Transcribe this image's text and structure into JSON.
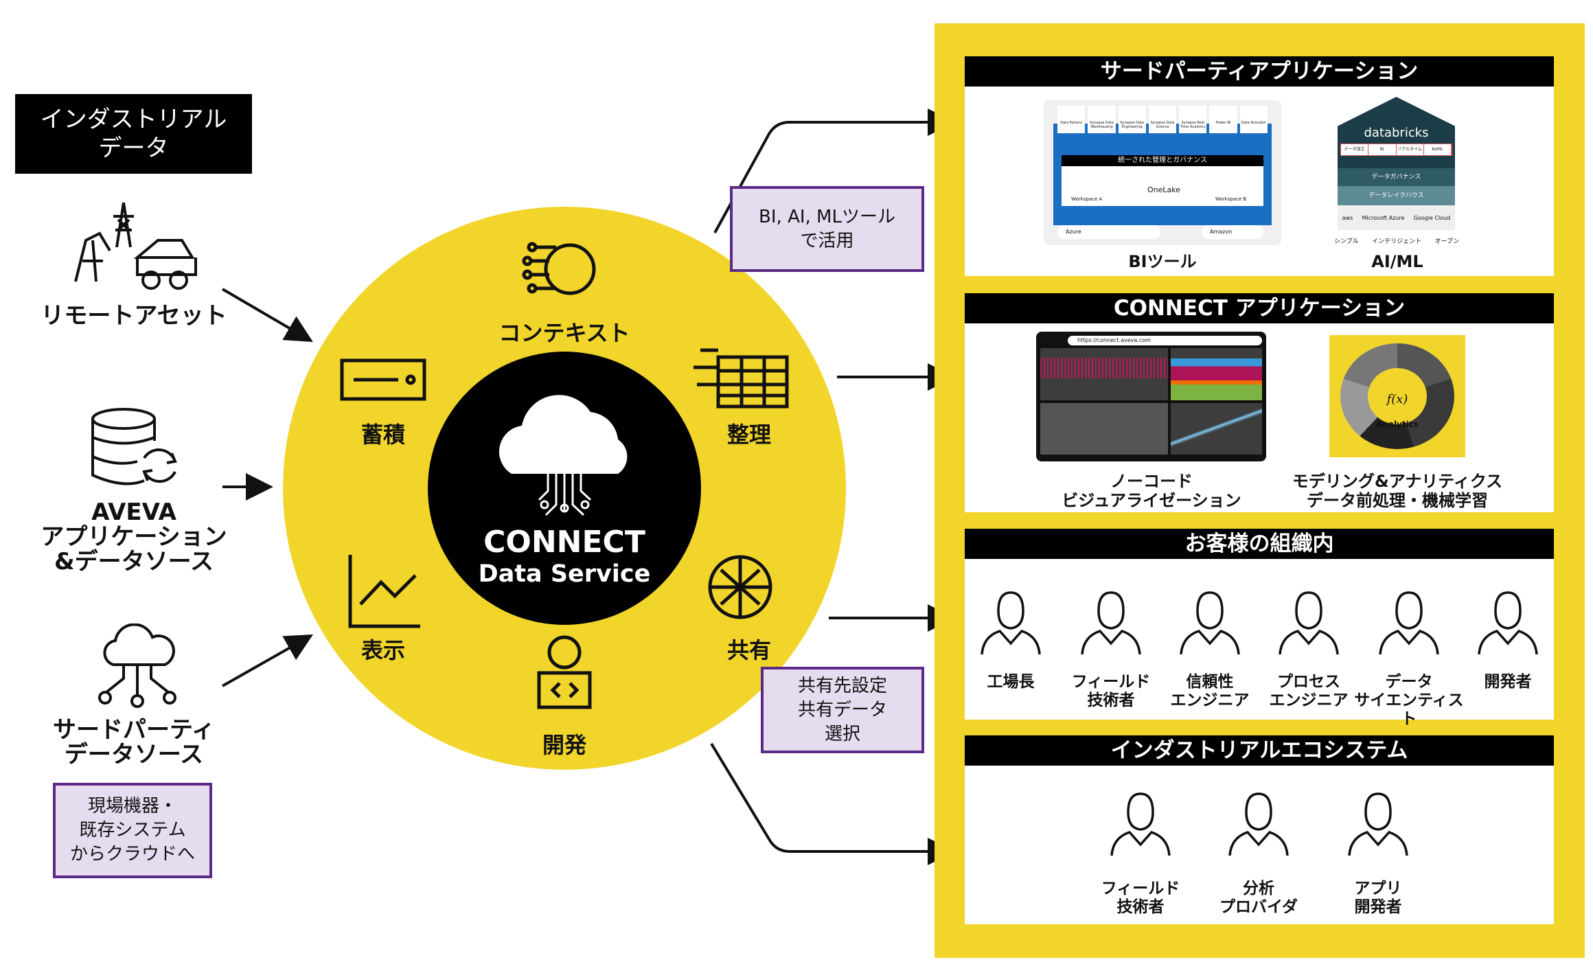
{
  "left": {
    "title": "インダストリアル\nデータ",
    "sources": [
      {
        "label": "リモートアセット",
        "icon": "remote-asset-icon"
      },
      {
        "label": "AVEVA\nアプリケーション\n&データソース",
        "icon": "database-sync-icon"
      },
      {
        "label": "サードパーティ\nデータソース",
        "icon": "cloud-network-icon"
      }
    ],
    "note": "現場機器・\n既存システム\nからクラウドへ"
  },
  "hub": {
    "title": "CONNECT",
    "subtitle": "Data Service",
    "functions": [
      "コンテキスト",
      "蓄積",
      "整理",
      "表示",
      "共有",
      "開発"
    ],
    "note_bi": "BI, AI, MLツール\nで活用",
    "note_share": "共有先設定\n共有データ\n選択"
  },
  "sections": [
    {
      "header": "サードパーティアプリケーション",
      "items": [
        {
          "label": "BIツール",
          "sub": {
            "tiles": [
              "Data Factory",
              "Synapse Data Warehousing",
              "Synapse Data Engineering",
              "Synapse Data Science",
              "Synapse Real Time Analytics",
              "Power BI",
              "Data Activator"
            ],
            "governance": "統一された管理とガバナンス",
            "onelake": "OneLake",
            "workspace_a": "Workspace A",
            "workspace_b": "Workspace B",
            "azure": "Azure",
            "amazon": "Amazon"
          }
        },
        {
          "label": "AI/ML",
          "sub": {
            "brand": "databricks",
            "row": [
              "データ加工",
              "BI",
              "リアルタイム",
              "AI/ML"
            ],
            "layer1": "データガバナンス",
            "layer2": "データレイクハウス",
            "clouds": [
              "aws",
              "Microsoft Azure",
              "Google Cloud"
            ],
            "traits": [
              "シンプル",
              "インテリジェント",
              "オープン"
            ]
          }
        }
      ]
    },
    {
      "header": "CONNECT アプリケーション",
      "items": [
        {
          "label": "ノーコード\nビジュアライゼーション",
          "url": "https://connect.aveva.com"
        },
        {
          "label": "モデリング&アナリティクス\nデータ前処理・機械学習",
          "fx": "f(x)",
          "analytics": "Analytics"
        }
      ]
    },
    {
      "header": "お客様の組織内",
      "people": [
        "工場長",
        "フィールド\n技術者",
        "信頼性\nエンジニア",
        "プロセス\nエンジニア",
        "データ\nサイエンティスト",
        "開発者"
      ]
    },
    {
      "header": "インダストリアルエコシステム",
      "people": [
        "フィールド\n技術者",
        "分析\nプロバイダ",
        "アプリ\n開発者"
      ]
    }
  ],
  "colors": {
    "yellow": "#f2d52b",
    "purple": "#5b2a86",
    "purple_fill": "#e6dcef",
    "black": "#000000"
  }
}
